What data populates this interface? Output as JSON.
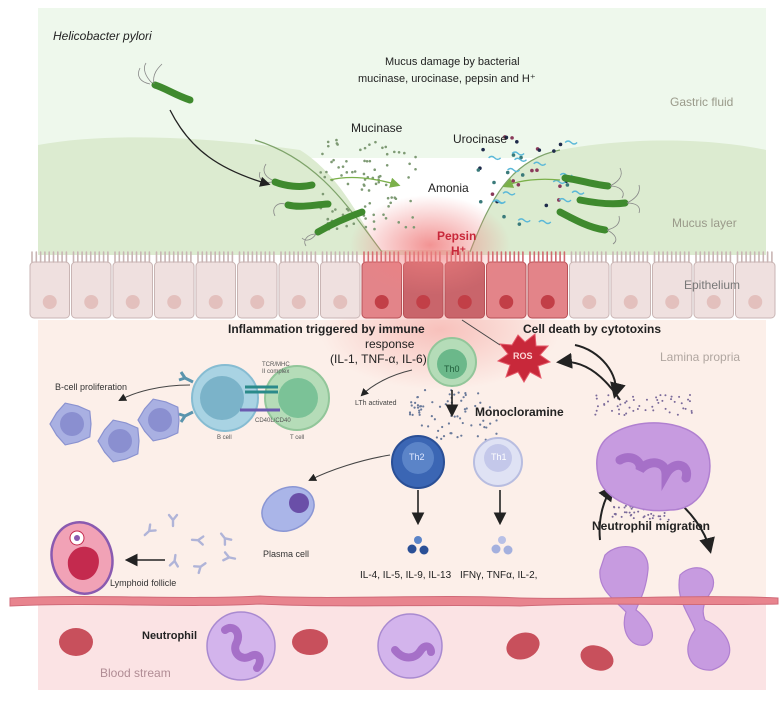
{
  "labels": {
    "organism": "Helicobacter pylori",
    "mucus_damage_line1": "Mucus damage by bacterial",
    "mucus_damage_line2": "mucinase, urocinase, pepsin and H⁺",
    "gastric_fluid": "Gastric fluid",
    "mucinase": "Mucinase",
    "urocinase": "Urocinase",
    "amonia": "Amonia",
    "pepsin": "Pepsin",
    "h_plus": "H⁺",
    "mucus_layer": "Mucus layer",
    "epithelium": "Epithelium",
    "inflammation_line1": "Inflammation triggered by immune",
    "inflammation_line2": "response",
    "inflammation_line3": "(IL-1, TNF-α, IL-6)",
    "cell_death": "Cell death by cytotoxins",
    "lamina_propria": "Lamina propria",
    "ros": "ROS",
    "th0": "Th0",
    "tcr_mhc_line1": "TCR/MHC",
    "tcr_mhc_line2": "II complex",
    "cd40": "CD40L/CD40",
    "b_cell": "B cell",
    "t_cell": "T cell",
    "lth_activated": "LTh activated",
    "b_cell_proliferation": "B-cell proliferation",
    "monocloramine": "Monocloramine",
    "th2": "Th2",
    "th1": "Th1",
    "plasma_cell": "Plasma cell",
    "lymphoid_follicle": "Lymphoid follicle",
    "th2_cytokines": "IL-4, IL-5, IL-9, IL-13",
    "th1_cytokines": "IFNγ, TNFα, IL-2,",
    "neutrophil_migration": "Neutrophil migration",
    "neutrophil": "Neutrophil",
    "blood_stream": "Blood stream"
  },
  "colors": {
    "gastric_fluid": "#eef8ec",
    "mucus": "#dcebd0",
    "epithelium_cell": "#efe0df",
    "damaged_cell": "#e07b7b",
    "lamina_propria": "#fcefe9",
    "blood": "#fbe3e4",
    "bacteria": "#3f8a2e",
    "ros": "#c8283a",
    "th0": "#7cc69a",
    "th2": "#2f5aa8",
    "th1": "#c9cdea",
    "neutrophil": "#c79be0",
    "rbc": "#c8505c"
  }
}
